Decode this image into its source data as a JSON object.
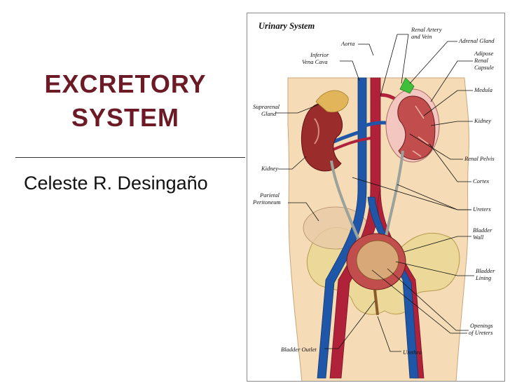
{
  "slide": {
    "title_lines": [
      "EXCRETORY",
      "SYSTEM"
    ],
    "author": "Celeste R. Desingaño"
  },
  "diagram": {
    "title": "Urinary System",
    "labels": {
      "aorta": "Aorta",
      "renal_artery_1": "Renal Artery",
      "renal_artery_2": "and Vein",
      "adrenal_gland": "Adrenal Gland",
      "inferior_vena_cava_1": "Inferior",
      "inferior_vena_cava_2": "Vena Cava",
      "adipose_1": "Adipose",
      "adipose_2": "Renal",
      "adipose_3": "Capsule",
      "medula": "Medula",
      "suprarenal_1": "Suprarenal",
      "suprarenal_2": "Gland",
      "kidney_right": "Kidney",
      "kidney_left": "Kidney",
      "renal_pelvis": "Renal Pelvis",
      "cortex": "Cortex",
      "parietal_1": "Parietal",
      "parietal_2": "Peritoneum",
      "ureters": "Ureters",
      "bladder_wall_1": "Bladder",
      "bladder_wall_2": "Wall",
      "bladder_lining_1": "Bladder",
      "bladder_lining_2": "Lining",
      "openings_1": "Openings",
      "openings_2": "of Ureters",
      "bladder_outlet": "Bladder Outlet",
      "urethra": "Urethra"
    }
  }
}
